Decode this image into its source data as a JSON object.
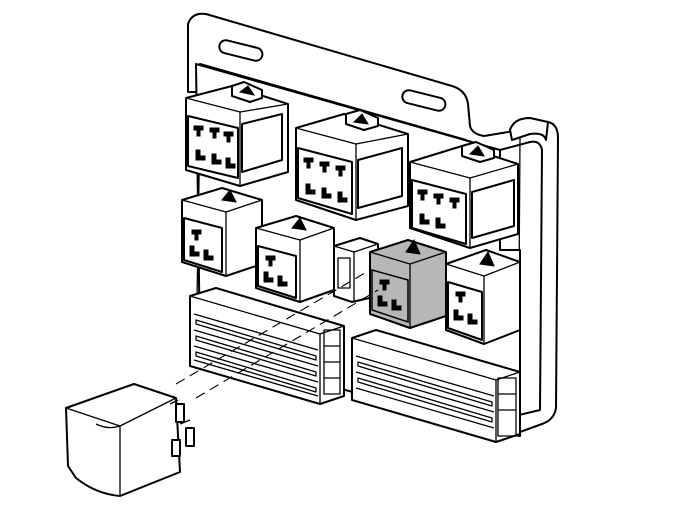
{
  "diagram": {
    "subject": "relay-fuse-box-installation",
    "colors": {
      "line": "#000000",
      "fill": "#ffffff",
      "highlight": "#b7b7b7"
    },
    "relay_sockets": [
      {
        "id": "socket-1",
        "highlighted": false
      },
      {
        "id": "socket-2",
        "highlighted": false
      },
      {
        "id": "socket-3",
        "highlighted": false
      },
      {
        "id": "socket-4",
        "highlighted": false
      },
      {
        "id": "socket-5",
        "highlighted": false
      },
      {
        "id": "socket-6",
        "highlighted": true
      },
      {
        "id": "socket-7",
        "highlighted": false
      }
    ],
    "connector_blocks": 2,
    "relay_count": 1
  }
}
